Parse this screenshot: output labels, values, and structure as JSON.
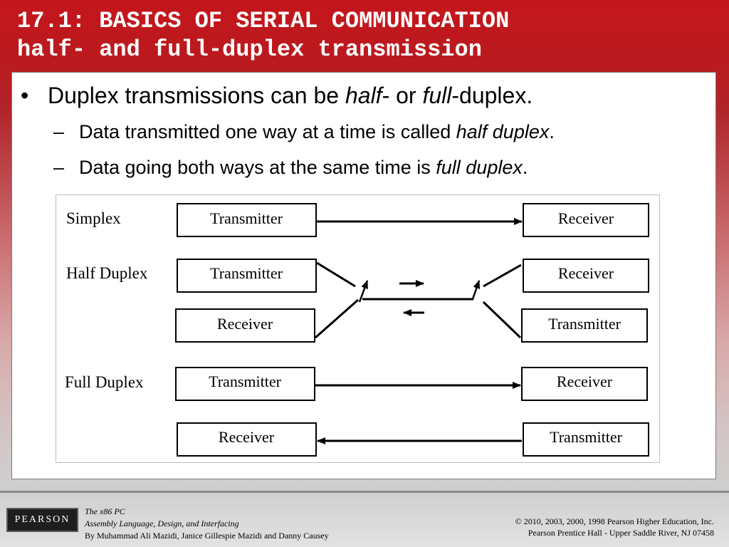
{
  "title": {
    "line1": "17.1: BASICS OF SERIAL COMMUNICATION",
    "line2": "half- and full-duplex transmission"
  },
  "bullet": {
    "symbol": "•",
    "part1": "Duplex transmissions can be ",
    "half": "half",
    "part2": "- or ",
    "full": "full",
    "part3": "-duplex."
  },
  "subs": [
    {
      "dash": "–",
      "text": "Data transmitted one way at a time is called ",
      "em": "half duplex",
      "end": "."
    },
    {
      "dash": "–",
      "text": "Data going both ways at the same time is ",
      "em": "full duplex",
      "end": "."
    }
  ],
  "diagram": {
    "simplex": {
      "label": "Simplex",
      "left": "Transmitter",
      "right": "Receiver"
    },
    "half_duplex": {
      "label": "Half Duplex",
      "left_top": "Transmitter",
      "right_top": "Receiver",
      "left_bottom": "Receiver",
      "right_bottom": "Transmitter"
    },
    "full_duplex": {
      "label": "Full Duplex",
      "left_top": "Transmitter",
      "right_top": "Receiver",
      "left_bottom": "Receiver",
      "right_bottom": "Transmitter"
    }
  },
  "footer": {
    "logo": "PEARSON",
    "book_title": "The x86 PC",
    "book_subtitle": "Assembly Language, Design, and Interfacing",
    "authors": "By Muhammad Ali Mazidi, Janice Gillespie Mazidi and Danny Causey",
    "copyright1": "© 2010, 2003, 2000, 1998 Pearson Higher Education, Inc.",
    "copyright2": "Pearson Prentice Hall - Upper Saddle River, NJ 07458"
  }
}
